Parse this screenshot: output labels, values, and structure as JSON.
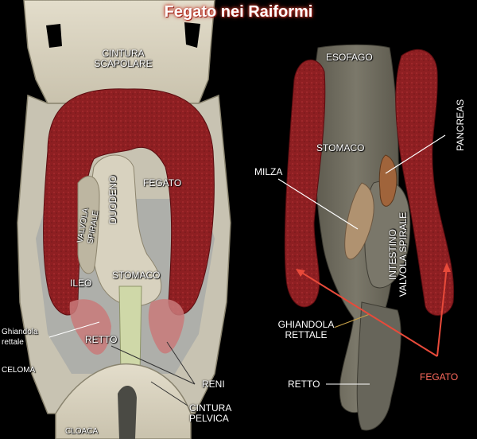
{
  "title": "Fegato nei Raiformi",
  "colors": {
    "liver": "#8e1f22",
    "tissue": "#d8d2c0",
    "gut": "#6d6a5c",
    "arrow": "#e84a3a"
  },
  "left_panel": {
    "cintura_scapolare": [
      "CINTURA",
      "SCAPOLARE"
    ],
    "fegato": "FEGATO",
    "duodeno": "DUODENO",
    "valvola_spirale": [
      "VALVOLA",
      "SPIRALE"
    ],
    "ileo": "ILEO",
    "stomaco": "STOMACO",
    "ghiandola_rettale": [
      "Ghiandola",
      "rettale"
    ],
    "retto": "RETTO",
    "celoma": "CELOMA",
    "reni": "RENI",
    "cintura_pelvica": [
      "CINTURA",
      "PELVICA"
    ],
    "cloaca": "CLOACA"
  },
  "right_panel": {
    "esofago": "ESOFAGO",
    "stomaco": "STOMACO",
    "pancreas": "PANCREAS",
    "milza": "MILZA",
    "intestino_valvola_spirale": [
      "INTESTINO",
      "VALVOLA SPIRALE"
    ],
    "ghiandola_rettale": [
      "GHIANDOLA",
      "RETTALE"
    ],
    "retto": "RETTO",
    "fegato": "FEGATO"
  }
}
